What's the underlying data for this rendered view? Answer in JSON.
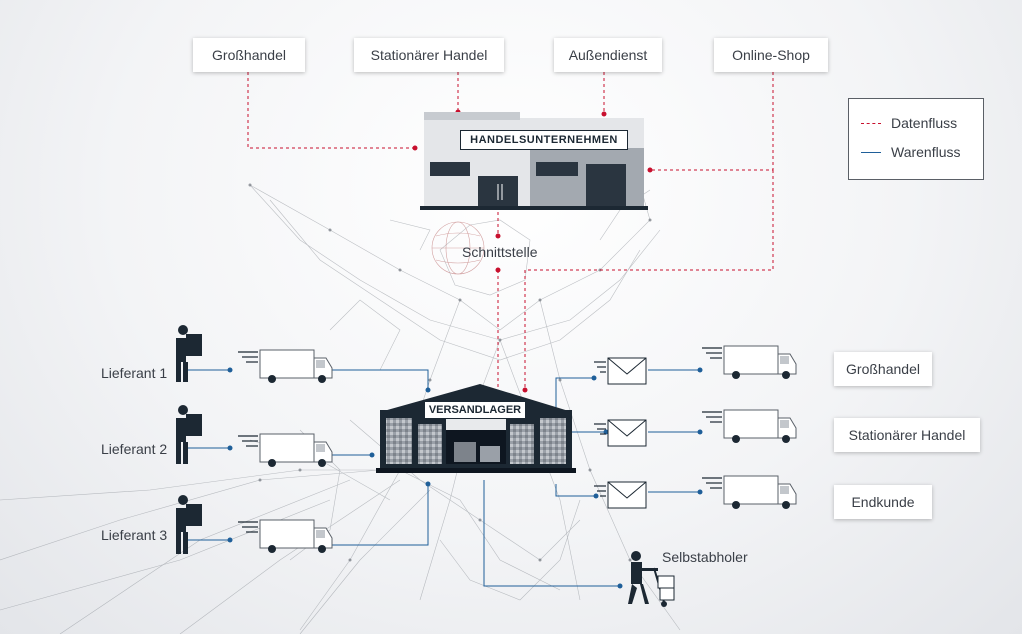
{
  "top_boxes": [
    {
      "id": "grosshandel",
      "label": "Großhandel"
    },
    {
      "id": "stationaer",
      "label": "Stationärer Handel"
    },
    {
      "id": "aussendienst",
      "label": "Außendienst"
    },
    {
      "id": "onlineshop",
      "label": "Online-Shop"
    }
  ],
  "company": {
    "label": "HANDELSUNTERNEHMEN"
  },
  "interface": {
    "label": "Schnittstelle"
  },
  "warehouse": {
    "label": "VERSANDLAGER"
  },
  "suppliers": [
    "Lieferant 1",
    "Lieferant 2",
    "Lieferant 3"
  ],
  "customers": [
    "Großhandel",
    "Stationärer Handel",
    "Endkunde"
  ],
  "pickup": {
    "label": "Selbstabholer"
  },
  "legend": {
    "data_flow": "Datenfluss",
    "goods_flow": "Warenfluss"
  },
  "colors": {
    "data_flow": "#c8102e",
    "goods_flow": "#1f5f99",
    "dark": "#1c2833",
    "network": "#8a8f96"
  }
}
